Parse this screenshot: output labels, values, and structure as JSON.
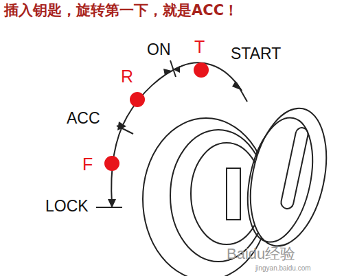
{
  "diagram": {
    "title": "插入钥匙，旋转第一下，就是ACC！",
    "labels": [
      "ON",
      "T",
      "START",
      "R",
      "ACC",
      "F",
      "LOCK",
      "Baidu经验",
      "jingyan.baidu.com"
    ]
  }
}
